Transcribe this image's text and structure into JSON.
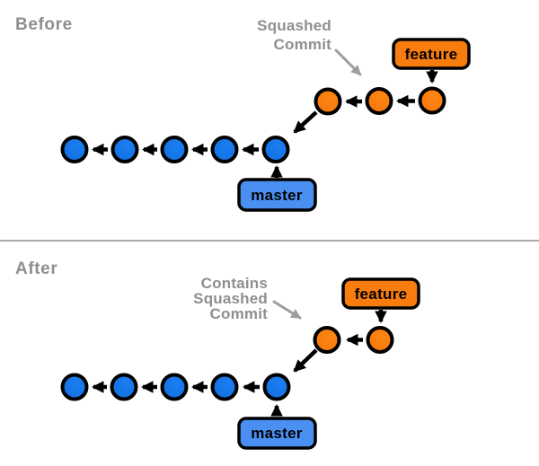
{
  "colors": {
    "commit_blue": "#1574e6",
    "commit_blue_shade": "#1256bd",
    "commit_orange": "#f97d0e",
    "commit_orange_shade": "#e2660a",
    "label_blue_bg": "#4a90f2",
    "label_orange_bg": "#f97d0e",
    "outline_black": "#000000",
    "muted_gray_text": "#8e8e8e",
    "arrow_gray": "#9e9e9e",
    "divider_gray": "#a9a9a9",
    "background": "#ffffff"
  },
  "before": {
    "section_label": "Before",
    "annotation": {
      "line1": "Squashed",
      "line2": "Commit"
    },
    "feature_branch_label": "feature",
    "master_branch_label": "master",
    "master_commit_count": 5,
    "feature_commit_count": 3
  },
  "after": {
    "section_label": "After",
    "annotation": {
      "line1": "Contains",
      "line2": "Squashed",
      "line3": "Commit"
    },
    "feature_branch_label": "feature",
    "master_branch_label": "master",
    "master_commit_count": 5,
    "feature_commit_count": 2
  }
}
